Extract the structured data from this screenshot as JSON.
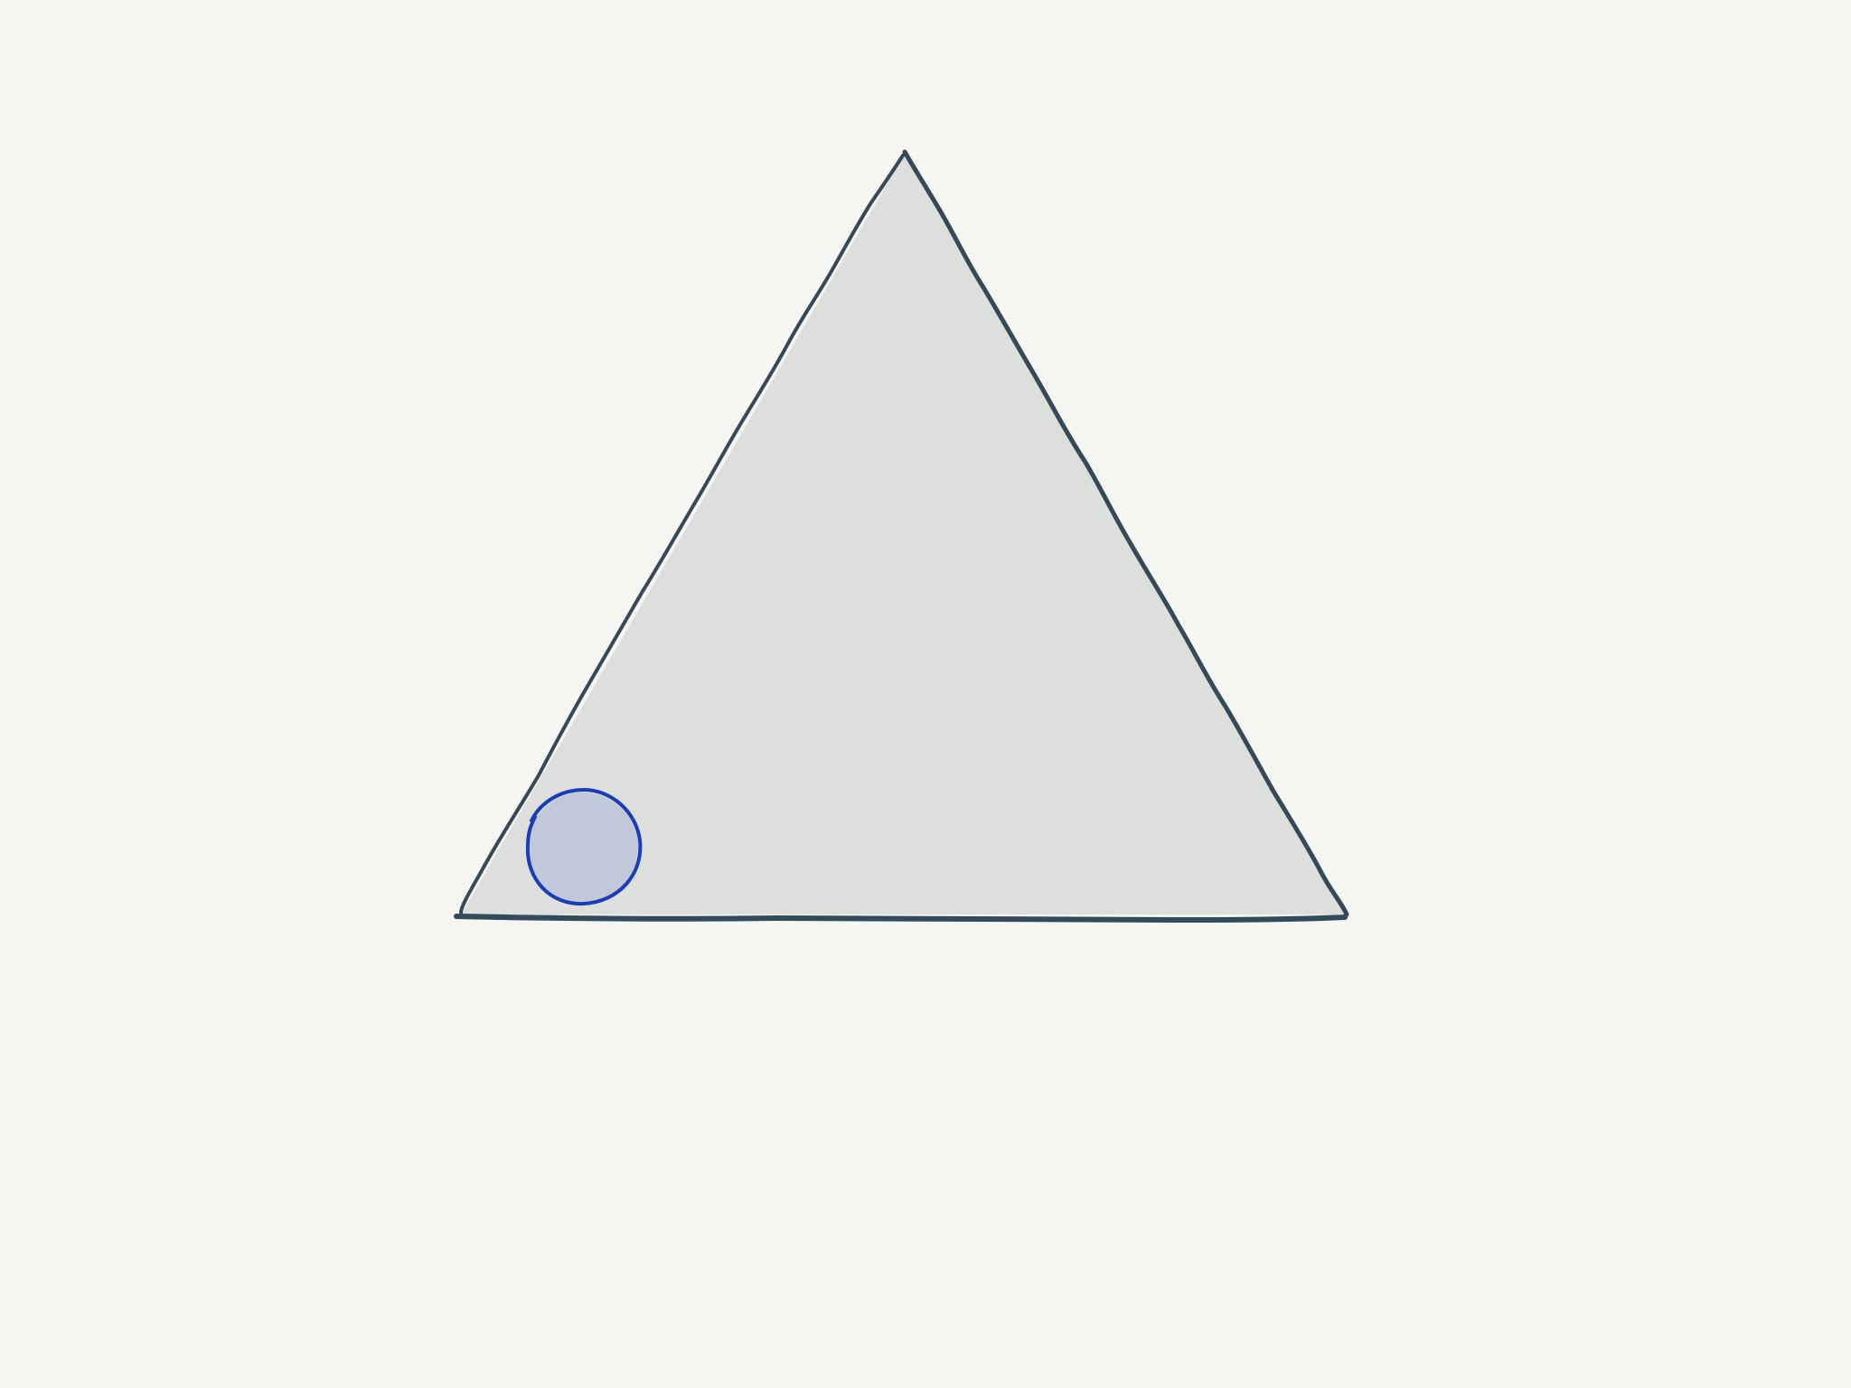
{
  "canvas": {
    "background_color": "#f5f5f1"
  },
  "shapes": {
    "triangle": {
      "kind": "triangle",
      "style": "hand-drawn",
      "fill_color": "#dddfdc",
      "stroke_color": "#34495a"
    },
    "circle": {
      "kind": "circle",
      "style": "hand-drawn",
      "fill_color": "#c1c8da",
      "stroke_color": "#1a3db8"
    }
  }
}
